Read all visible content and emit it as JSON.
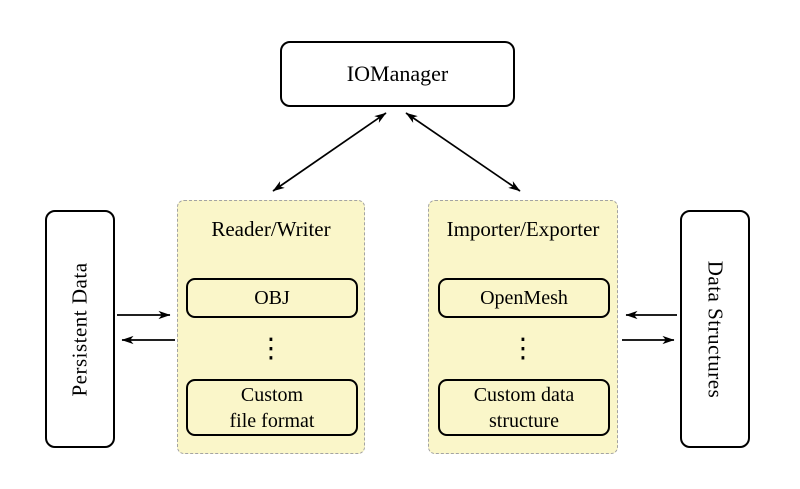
{
  "diagram": {
    "nodes": {
      "iomanager": {
        "label": "IOManager"
      },
      "persistent_data": {
        "label": "Persistent Data"
      },
      "data_structures": {
        "label": "Data Structures"
      },
      "reader_writer": {
        "title": "Reader/Writer",
        "items": [
          "OBJ",
          "⋮",
          "Custom\nfile format"
        ]
      },
      "importer_exporter": {
        "title": "Importer/Exporter",
        "items": [
          "OpenMesh",
          "⋮",
          "Custom data\nstructure"
        ]
      }
    },
    "edges": [
      {
        "from": "iomanager",
        "to": "reader_writer",
        "direction": "both"
      },
      {
        "from": "iomanager",
        "to": "importer_exporter",
        "direction": "both"
      },
      {
        "from": "persistent_data",
        "to": "reader_writer",
        "direction": "forward"
      },
      {
        "from": "reader_writer",
        "to": "persistent_data",
        "direction": "forward"
      },
      {
        "from": "data_structures",
        "to": "importer_exporter",
        "direction": "forward"
      },
      {
        "from": "importer_exporter",
        "to": "data_structures",
        "direction": "forward"
      }
    ],
    "colors": {
      "group_fill": "#FAF6C9",
      "group_border": "#A3A3A3",
      "node_fill": "#FFFFFF",
      "border": "#000000",
      "arrow": "#000000"
    }
  }
}
